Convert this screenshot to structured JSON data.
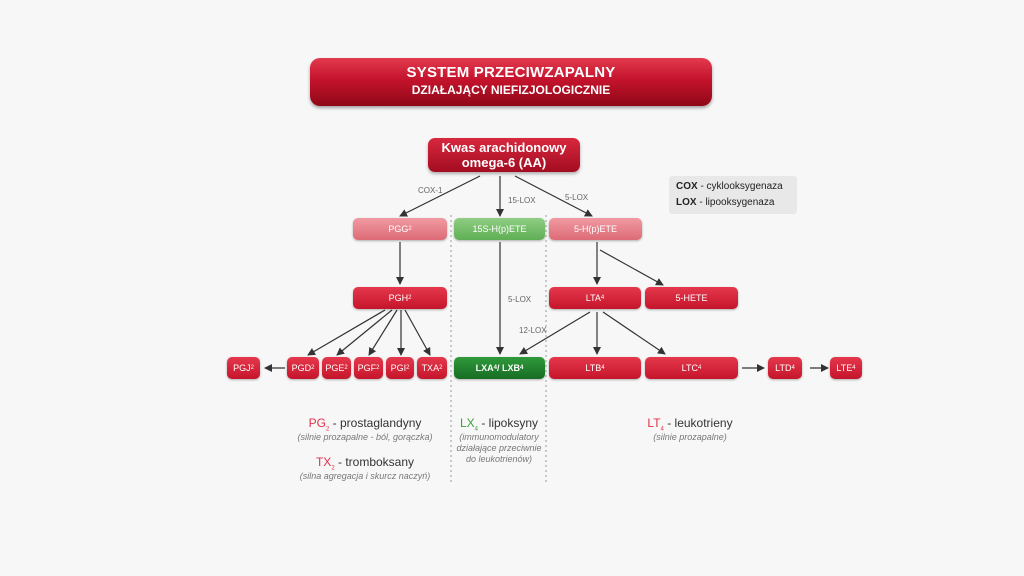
{
  "title": {
    "line1": "SYSTEM PRZECIWZAPALNY",
    "line2": "DZIAŁAJĄCY NIEFIZJOLOGICZNIE"
  },
  "source": {
    "line1": "Kwas arachidonowy",
    "line2": "omega-6 (AA)"
  },
  "legend": {
    "cox_abbr": "COX",
    "cox_text": " - cyklooksygenaza",
    "lox_abbr": "LOX",
    "lox_text": " - lipooksygenaza"
  },
  "enzymes": {
    "cox1": "COX-1",
    "lox15": "15-LOX",
    "lox5a": "5-LOX",
    "lox5b": "5-LOX",
    "lox12": "12-LOX"
  },
  "nodes": {
    "pgg": {
      "base": "PGG",
      "sub": "2"
    },
    "hpete15": {
      "base": "15S-H(p)ETE",
      "sub": ""
    },
    "hpete5": {
      "base": "5-H(p)ETE",
      "sub": ""
    },
    "pgh": {
      "base": "PGH",
      "sub": "2"
    },
    "lta": {
      "base": "LTA",
      "sub": "4"
    },
    "hete5": {
      "base": "5-HETE",
      "sub": ""
    },
    "pgj": {
      "base": "PGJ",
      "sub": "2"
    },
    "pgd": {
      "base": "PGD",
      "sub": "2"
    },
    "pge": {
      "base": "PGE",
      "sub": "2"
    },
    "pgf": {
      "base": "PGF",
      "sub": "2"
    },
    "pgi": {
      "base": "PGI",
      "sub": "2"
    },
    "txa": {
      "base": "TXA",
      "sub": "2"
    },
    "lx": {
      "base": "LXA",
      "sub": "4",
      "mid": " / LXB",
      "sub2": "4"
    },
    "ltb": {
      "base": "LTB",
      "sub": "4"
    },
    "ltc": {
      "base": "LTC",
      "sub": "4"
    },
    "ltd": {
      "base": "LTD",
      "sub": "4"
    },
    "lte": {
      "base": "LTE",
      "sub": "4"
    }
  },
  "captions": {
    "pg": {
      "abbr": "PG",
      "sub": "2",
      "name": " - prostaglandyny",
      "desc": "(silnie prozapalne - ból, gorączka)"
    },
    "tx": {
      "abbr": "TX",
      "sub": "2",
      "name": " -  tromboksany",
      "desc": "(silna agregacja i skurcz naczyń)"
    },
    "lx": {
      "abbr": "LX",
      "sub": "4",
      "name": " - lipoksyny",
      "desc1": "(immunomodulatory",
      "desc2": "działające przeciwnie",
      "desc3": "do leukotrienów)"
    },
    "lt": {
      "abbr": "LT",
      "sub": "4",
      "name": " - leukotrieny",
      "desc": "(silnie prozapalne)"
    }
  },
  "colors": {
    "red": "#c5152c",
    "pink": "#e7838c",
    "green": "#6bb862",
    "dark_green": "#1f7d2c"
  }
}
